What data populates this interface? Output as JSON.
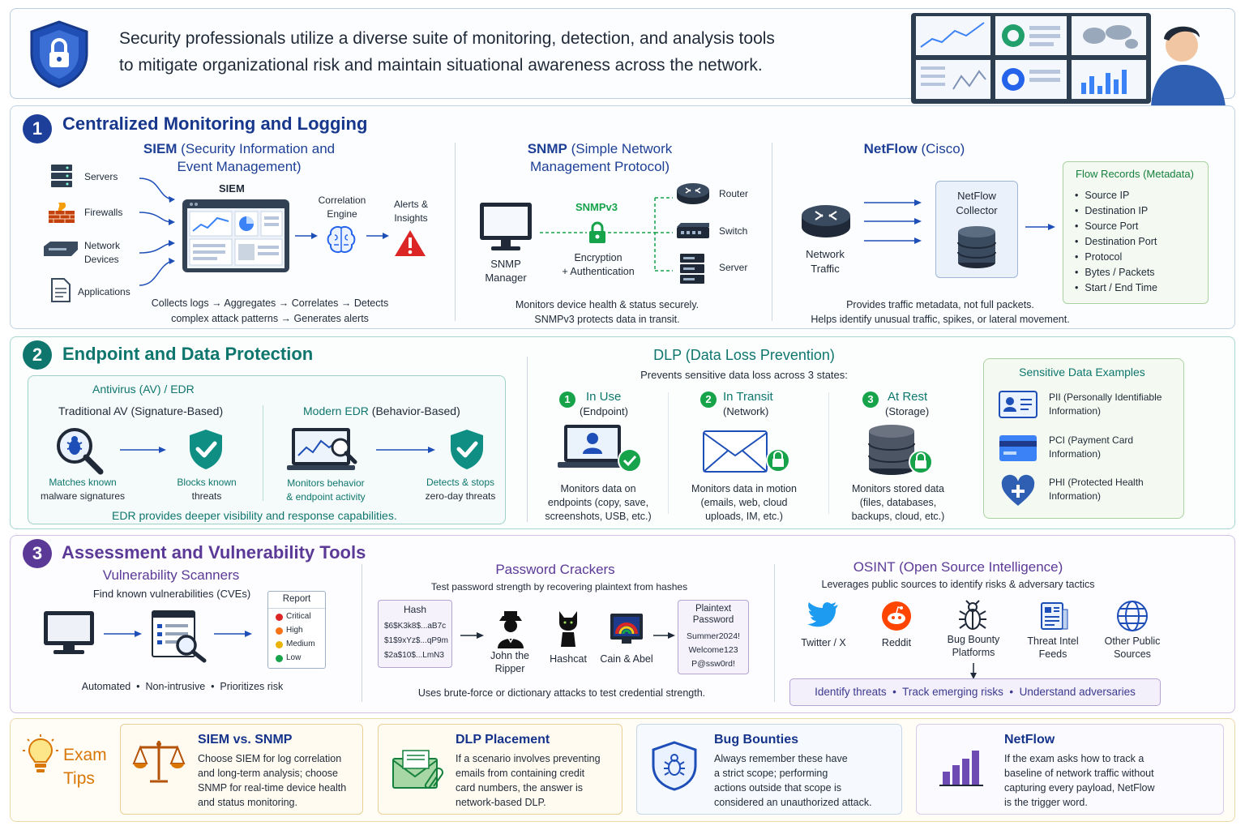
{
  "intro": {
    "line1": "Security professionals utilize a diverse suite of monitoring, detection, and analysis tools",
    "line2": "to mitigate organizational risk and maintain situational awareness across the network."
  },
  "section1": {
    "number": "1",
    "title": "Centralized Monitoring and Logging",
    "siem": {
      "title_main": "SIEM",
      "title_rest": " (Security Information and",
      "title_line2": "Event Management)",
      "sources": [
        "Servers",
        "Firewalls",
        "Network\nDevices",
        "Applications"
      ],
      "center_label": "SIEM",
      "engine": "Correlation\nEngine",
      "alerts": "Alerts &\nInsights",
      "caption1": "Collects logs → Aggregates → Correlates → Detects",
      "caption2": "complex attack patterns → Generates alerts"
    },
    "snmp": {
      "title_main": "SNMP",
      "title_rest": " (Simple Network",
      "title_line2": "Management Protocol)",
      "manager": "SNMP\nManager",
      "version": "SNMPv3",
      "encryption": "Encryption\n+ Authentication",
      "devices": [
        "Router",
        "Switch",
        "Server"
      ],
      "caption1": "Monitors device health & status securely.",
      "caption2": "SNMPv3 protects data in transit."
    },
    "netflow": {
      "title_main": "NetFlow",
      "title_rest": " (Cisco)",
      "traffic": "Network\nTraffic",
      "collector": "NetFlow\nCollector",
      "records_title": "Flow Records (Metadata)",
      "records": [
        "Source IP",
        "Destination IP",
        "Source Port",
        "Destination Port",
        "Protocol",
        "Bytes / Packets",
        "Start / End Time"
      ],
      "caption1": "Provides traffic metadata, not full packets.",
      "caption2": "Helps identify unusual traffic, spikes, or lateral movement."
    }
  },
  "section2": {
    "number": "2",
    "title": "Endpoint and Data Protection",
    "av": {
      "box_title": "Antivirus (AV) / EDR",
      "trad_title": "Traditional AV (Signature-Based)",
      "edr_title_main": "Modern EDR",
      "edr_title_rest": " (Behavior-Based)",
      "matches_green": "Matches known",
      "matches_black": "malware signatures",
      "blocks_green": "Blocks known",
      "blocks_black": "threats",
      "monitors_green": "Monitors behavior",
      "monitors_rest": "& endpoint activity",
      "detects_green": "Detects & stops",
      "detects_black": "zero-day threats",
      "footer": "EDR provides deeper visibility and response capabilities."
    },
    "dlp": {
      "title": "DLP (Data Loss Prevention)",
      "subtitle": "Prevents sensitive data loss across 3 states:",
      "states": [
        {
          "num": "1",
          "name": "In Use",
          "sub": "(Endpoint)",
          "desc": "Monitors data on\nendpoints (copy, save,\nscreenshots, USB, etc.)"
        },
        {
          "num": "2",
          "name": "In Transit",
          "sub": "(Network)",
          "desc": "Monitors data in motion\n(emails, web, cloud\nuploads, IM, etc.)"
        },
        {
          "num": "3",
          "name": "At Rest",
          "sub": "(Storage)",
          "desc": "Monitors stored data\n(files, databases,\nbackups, cloud, etc.)"
        }
      ]
    },
    "sensitive": {
      "title": "Sensitive Data Examples",
      "items": [
        "PII (Personally Identifiable\nInformation)",
        "PCI (Payment Card\nInformation)",
        "PHI (Protected Health\nInformation)"
      ]
    }
  },
  "section3": {
    "number": "3",
    "title": "Assessment and Vulnerability Tools",
    "vuln": {
      "title": "Vulnerability Scanners",
      "subtitle": "Find known vulnerabilities (CVEs)",
      "report_title": "Report",
      "levels": [
        "Critical",
        "High",
        "Medium",
        "Low"
      ],
      "caption": "Automated  •  Non-intrusive  •  Prioritizes risk"
    },
    "pw": {
      "title": "Password Crackers",
      "subtitle": "Test password strength by recovering plaintext from hashes",
      "hash_title": "Hash",
      "hashes": [
        "$6$K3k8$...aB7c",
        "$1$9xYz$...qP9m",
        "$2a$10$...LmN3"
      ],
      "tools": [
        "John the\nRipper",
        "Hashcat",
        "Cain & Abel"
      ],
      "plain_title": "Plaintext\nPassword",
      "plains": [
        "Summer2024!",
        "Welcome123",
        "P@ssw0rd!"
      ],
      "caption": "Uses brute-force or dictionary attacks to test credential strength."
    },
    "osint": {
      "title_main": "OSINT",
      "title_rest": " (Open Source Intelligence)",
      "subtitle": "Leverages public sources to identify risks & adversary tactics",
      "sources": [
        "Twitter / X",
        "Reddit",
        "Bug Bounty\nPlatforms",
        "Threat Intel\nFeeds",
        "Other Public\nSources"
      ],
      "outcome": "Identify threats  •  Track emerging risks  •  Understand adversaries"
    }
  },
  "tips": {
    "label": "Exam\nTips",
    "cards": [
      {
        "title": "SIEM vs. SNMP",
        "body": "Choose SIEM for log correlation\nand long-term analysis; choose\nSNMP for real-time device health\nand status monitoring."
      },
      {
        "title": "DLP Placement",
        "body": "If a scenario involves preventing\nemails from containing credit\ncard numbers, the answer is\nnetwork-based DLP."
      },
      {
        "title": "Bug Bounties",
        "body": "Always remember these have\na strict scope; performing\nactions outside that scope is\nconsidered an unauthorized attack."
      },
      {
        "title": "NetFlow",
        "body": "If the exam asks how to track a\nbaseline of network traffic without\ncapturing every payload, NetFlow\nis the trigger word."
      }
    ]
  },
  "colors": {
    "navy": "#17378c",
    "section1": "#1d3f99",
    "section2": "#0f766e",
    "section3": "#5b3a97",
    "accent_green": "#16a34a",
    "alert_red": "#dc2626",
    "tip_orange": "#d97706"
  }
}
